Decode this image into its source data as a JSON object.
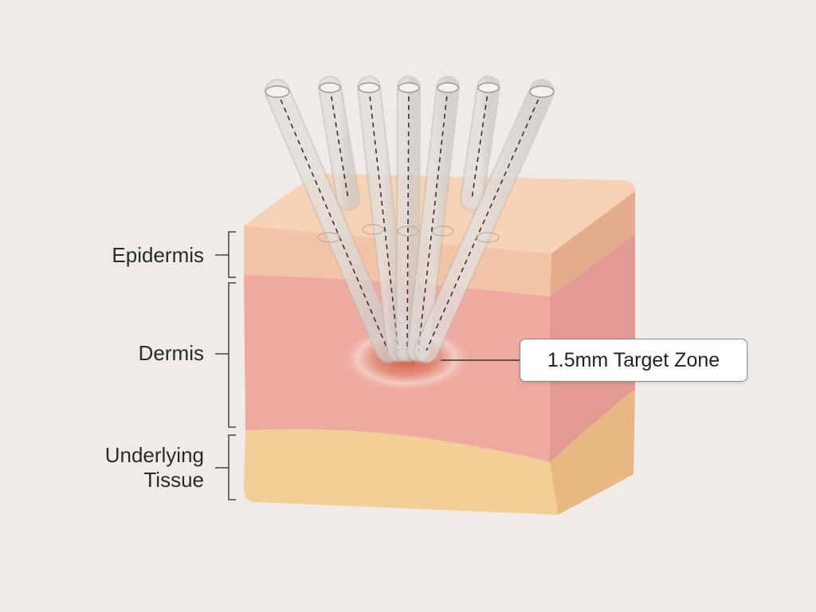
{
  "layers": [
    {
      "label": "Epidermis",
      "color": "#f3c5a6"
    },
    {
      "label": "Dermis",
      "color": "#efaaa0"
    },
    {
      "label": "Underlying\nTissue",
      "color": "#f3cf98"
    }
  ],
  "callout": {
    "text": "1.5mm Target Zone"
  },
  "needles": {
    "count": 7
  },
  "colors": {
    "background": "#efebe6",
    "target": "#c9543a",
    "bracket": "#444444"
  }
}
